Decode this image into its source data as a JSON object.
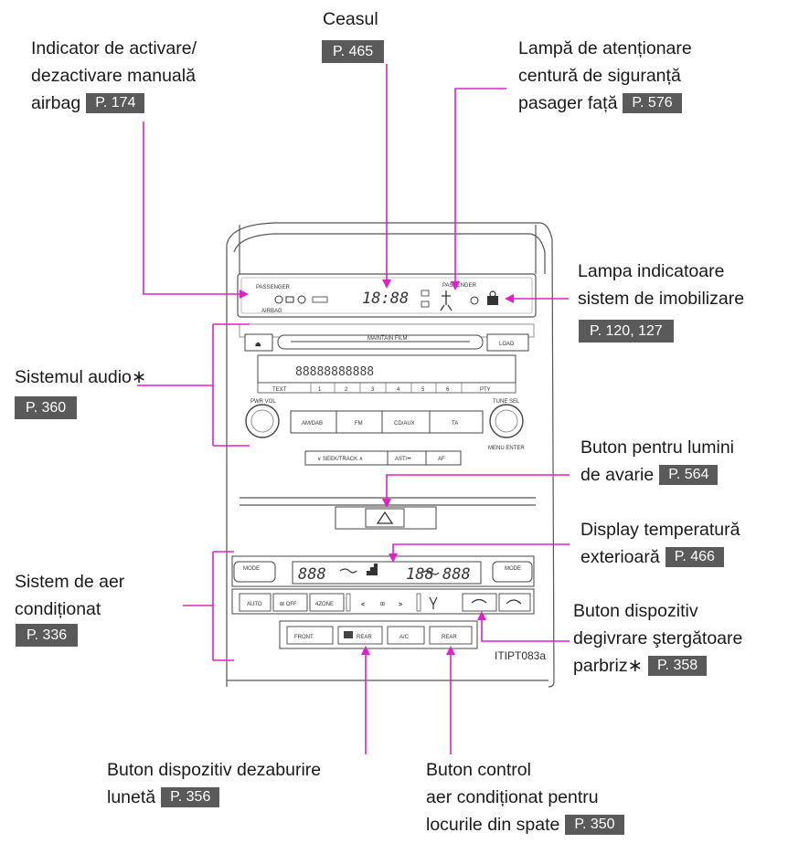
{
  "labels": {
    "clock": {
      "text": "Ceasul",
      "page": "P. 465"
    },
    "airbag": {
      "lines": [
        "Indicator de activare/",
        "dezactivare manuală",
        "airbag"
      ],
      "page": "P. 174"
    },
    "seatbelt": {
      "lines": [
        "Lampă de atenționare",
        "centură de siguranță",
        "pasager față"
      ],
      "page": "P. 576"
    },
    "immobilizer": {
      "lines": [
        "Lampa indicatoare",
        "sistem de imobilizare"
      ],
      "page": "P. 120, 127"
    },
    "audio": {
      "text": "Sistemul audio∗",
      "page": "P. 360"
    },
    "hazard": {
      "lines": [
        "Buton pentru lumini",
        "de avarie"
      ],
      "page": "P. 564"
    },
    "outside_temp": {
      "lines": [
        "Display temperatură",
        "exterioară"
      ],
      "page": "P. 466"
    },
    "aircon": {
      "lines": [
        "Sistem de aer",
        "condiționat"
      ],
      "page": "P. 336"
    },
    "wiper_deicer": {
      "lines": [
        "Buton dispozitiv",
        "degivrare ştergătoare",
        "parbriz∗"
      ],
      "page": "P. 358"
    },
    "rear_defogger": {
      "lines": [
        "Buton dispozitiv dezaburire",
        "lunetă"
      ],
      "page": "P. 356"
    },
    "rear_ac": {
      "lines": [
        "Buton control",
        "aer condiționat pentru",
        "locurile din spate"
      ],
      "page": "P. 350"
    }
  },
  "figure_code": "ITIPT083a",
  "panel": {
    "top_display": {
      "left_small": [
        "PASSENGER",
        "AIRBAG"
      ],
      "clock_value": "18:88",
      "right_small": "PASSENGER"
    },
    "audio": {
      "eject": "⏏",
      "slot": "MAINTAIN FILM",
      "load": "LOAD",
      "display_value": "88888888888",
      "bottom_row": [
        "TEXT",
        "1",
        "2",
        "3",
        "4",
        "5",
        "6",
        "PTY"
      ],
      "pwr_vol": "PWR VOL",
      "tune_sel": "TUNE SEL",
      "buttons": [
        "AM/DAB",
        "FM",
        "CD/AUX",
        "TA"
      ],
      "menu_enter": "MENU ENTER",
      "bottom_buttons": [
        "∨ SEEK/TRACK ∧",
        "AST/••",
        "AF"
      ]
    },
    "climate": {
      "mode_left": "MODE",
      "mode_right": "MODE",
      "display_left": "888",
      "display_mid": "188",
      "display_right": "888",
      "row1": [
        "AUTO",
        "⊞ OFF",
        "4ZONE",
        "<",
        "⊞",
        ">",
        "",
        "",
        ""
      ],
      "row2": [
        "FRONT",
        "REAR",
        "A/C",
        "REAR"
      ]
    }
  },
  "colors": {
    "callout": "#e020c8",
    "page_tag": "#5a5a5a",
    "line_art": "#555555"
  }
}
